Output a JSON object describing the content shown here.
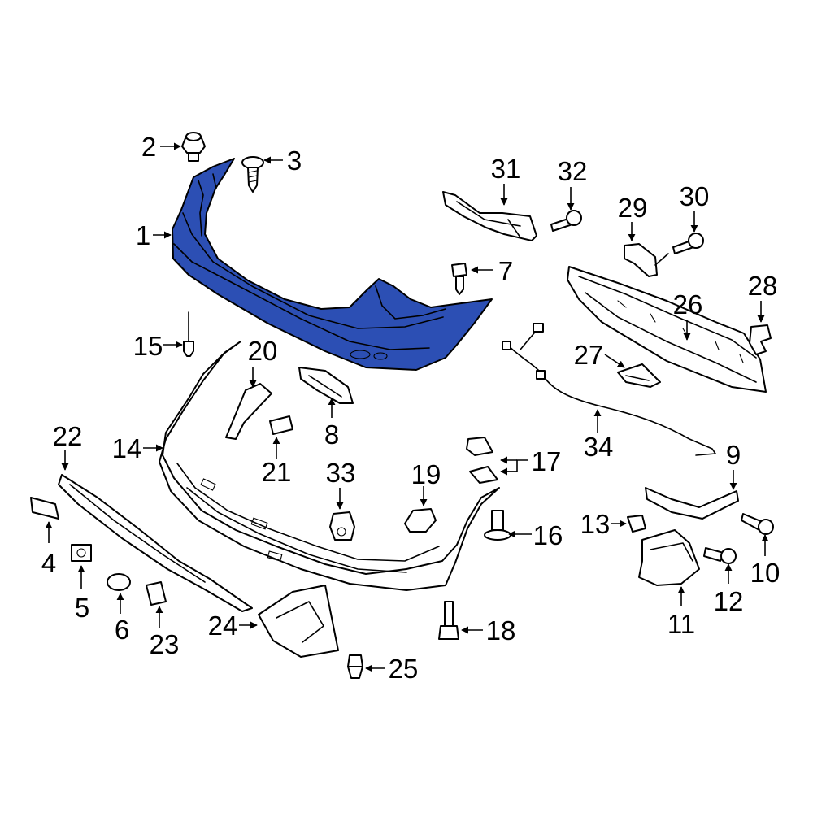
{
  "highlight_color": "#2c4fb4",
  "callouts": {
    "c1": "1",
    "c2": "2",
    "c3": "3",
    "c4": "4",
    "c5": "5",
    "c6": "6",
    "c7": "7",
    "c8": "8",
    "c9": "9",
    "c10": "10",
    "c11": "11",
    "c12": "12",
    "c13": "13",
    "c14": "14",
    "c15": "15",
    "c16": "16",
    "c17": "17",
    "c18": "18",
    "c19": "19",
    "c20": "20",
    "c21": "21",
    "c22": "22",
    "c23": "23",
    "c24": "24",
    "c25": "25",
    "c26": "26",
    "c27": "27",
    "c28": "28",
    "c29": "29",
    "c30": "30",
    "c31": "31",
    "c32": "32",
    "c33": "33",
    "c34": "34"
  }
}
